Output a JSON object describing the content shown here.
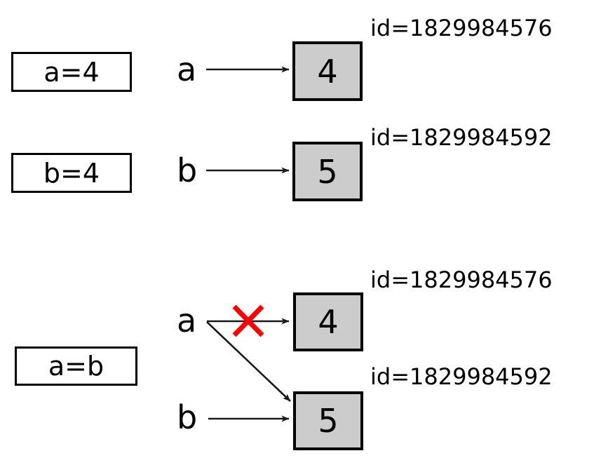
{
  "figure": {
    "title": "Python variable assignment and object identity diagram",
    "background_color": "#ffffff",
    "object_box_fill": "#cccccc",
    "object_box_stroke": "#000000",
    "arrow_color": "#1a1a1a",
    "cross_out_color": "#ff0000"
  },
  "groups": [
    {
      "name": "assign-a-4",
      "code_label": "a=4",
      "bindings": [
        {
          "variable": "a",
          "value": "4",
          "id_label": "id=1829984576",
          "arrow": "straight",
          "crossed_out": false
        }
      ]
    },
    {
      "name": "assign-b-4",
      "code_label": "b=4",
      "bindings": [
        {
          "variable": "b",
          "value": "5",
          "id_label": "id=1829984592",
          "arrow": "straight",
          "crossed_out": false
        }
      ]
    },
    {
      "name": "assign-a-b",
      "code_label": "a=b",
      "bindings": [
        {
          "variable": "a",
          "value": "4",
          "id_label": "id=1829984576",
          "arrow": "straight",
          "crossed_out": true
        },
        {
          "variable": "a",
          "value": "5",
          "id_label": "id=1829984592",
          "arrow": "diagonal",
          "crossed_out": false
        },
        {
          "variable": "b",
          "value": "5",
          "id_label": "id=1829984592",
          "arrow": "straight",
          "crossed_out": false
        }
      ]
    }
  ],
  "elements": {
    "code_label_1": "a=4",
    "code_label_2": "b=4",
    "code_label_3": "a=b",
    "var_a_row1": "a",
    "var_b_row2": "b",
    "var_a_row3": "a",
    "var_b_row4": "b",
    "value_row1": "4",
    "value_row2": "5",
    "value_row3": "4",
    "value_row4": "5",
    "id_row1": "id=1829984576",
    "id_row2": "id=1829984592",
    "id_row3": "id=1829984576",
    "id_row4": "id=1829984592"
  }
}
